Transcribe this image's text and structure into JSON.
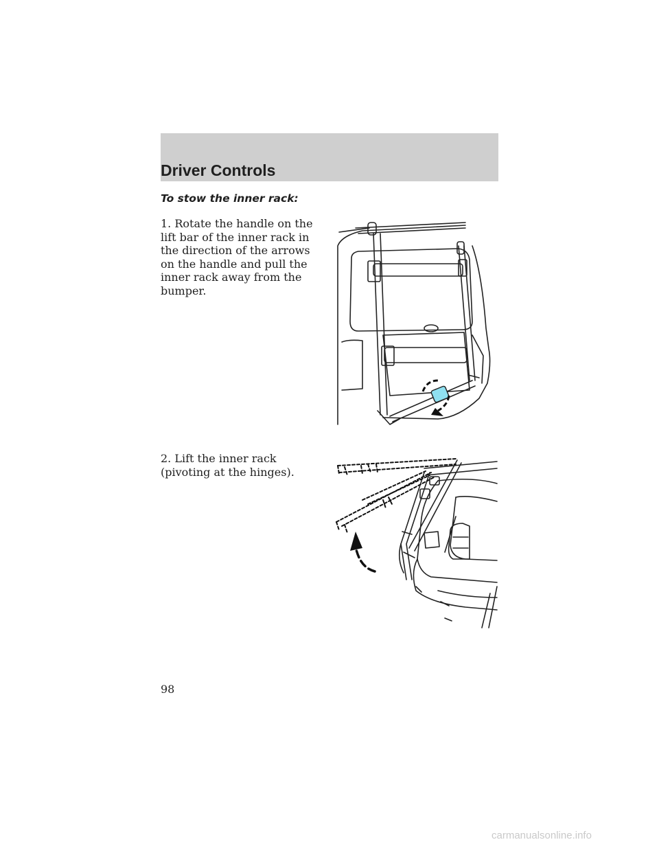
{
  "header": {
    "section_title": "Driver Controls"
  },
  "content": {
    "subheading": "To stow the inner rack:",
    "steps": [
      {
        "text": "1. Rotate the handle on the lift bar of the inner rack in the direction of the arrows on the handle and pull the inner rack away from the bumper."
      },
      {
        "text": "2. Lift the inner rack (pivoting at the hinges)."
      }
    ]
  },
  "colors": {
    "header_band": "#cfcfcf",
    "handle_highlight": "#8fe0f0"
  },
  "footer": {
    "page_number": "98",
    "watermark": "carmanualsonline.info"
  }
}
